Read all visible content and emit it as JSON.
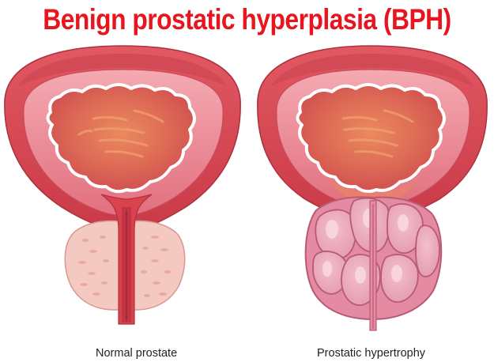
{
  "title": "Benign prostatic hyperplasia (BPH)",
  "panels": [
    {
      "caption": "Normal prostate"
    },
    {
      "caption": "Prostatic hypertrophy"
    }
  ],
  "colors": {
    "title": "#e8151f",
    "bladder_outer": "#d9434e",
    "bladder_wall": "#e77e8a",
    "bladder_lumen": "#d4504e",
    "normal_prostate": "#f3c9c2",
    "enlarged_prostate_lobe": "#e89cb0",
    "caption_text": "#222222"
  }
}
